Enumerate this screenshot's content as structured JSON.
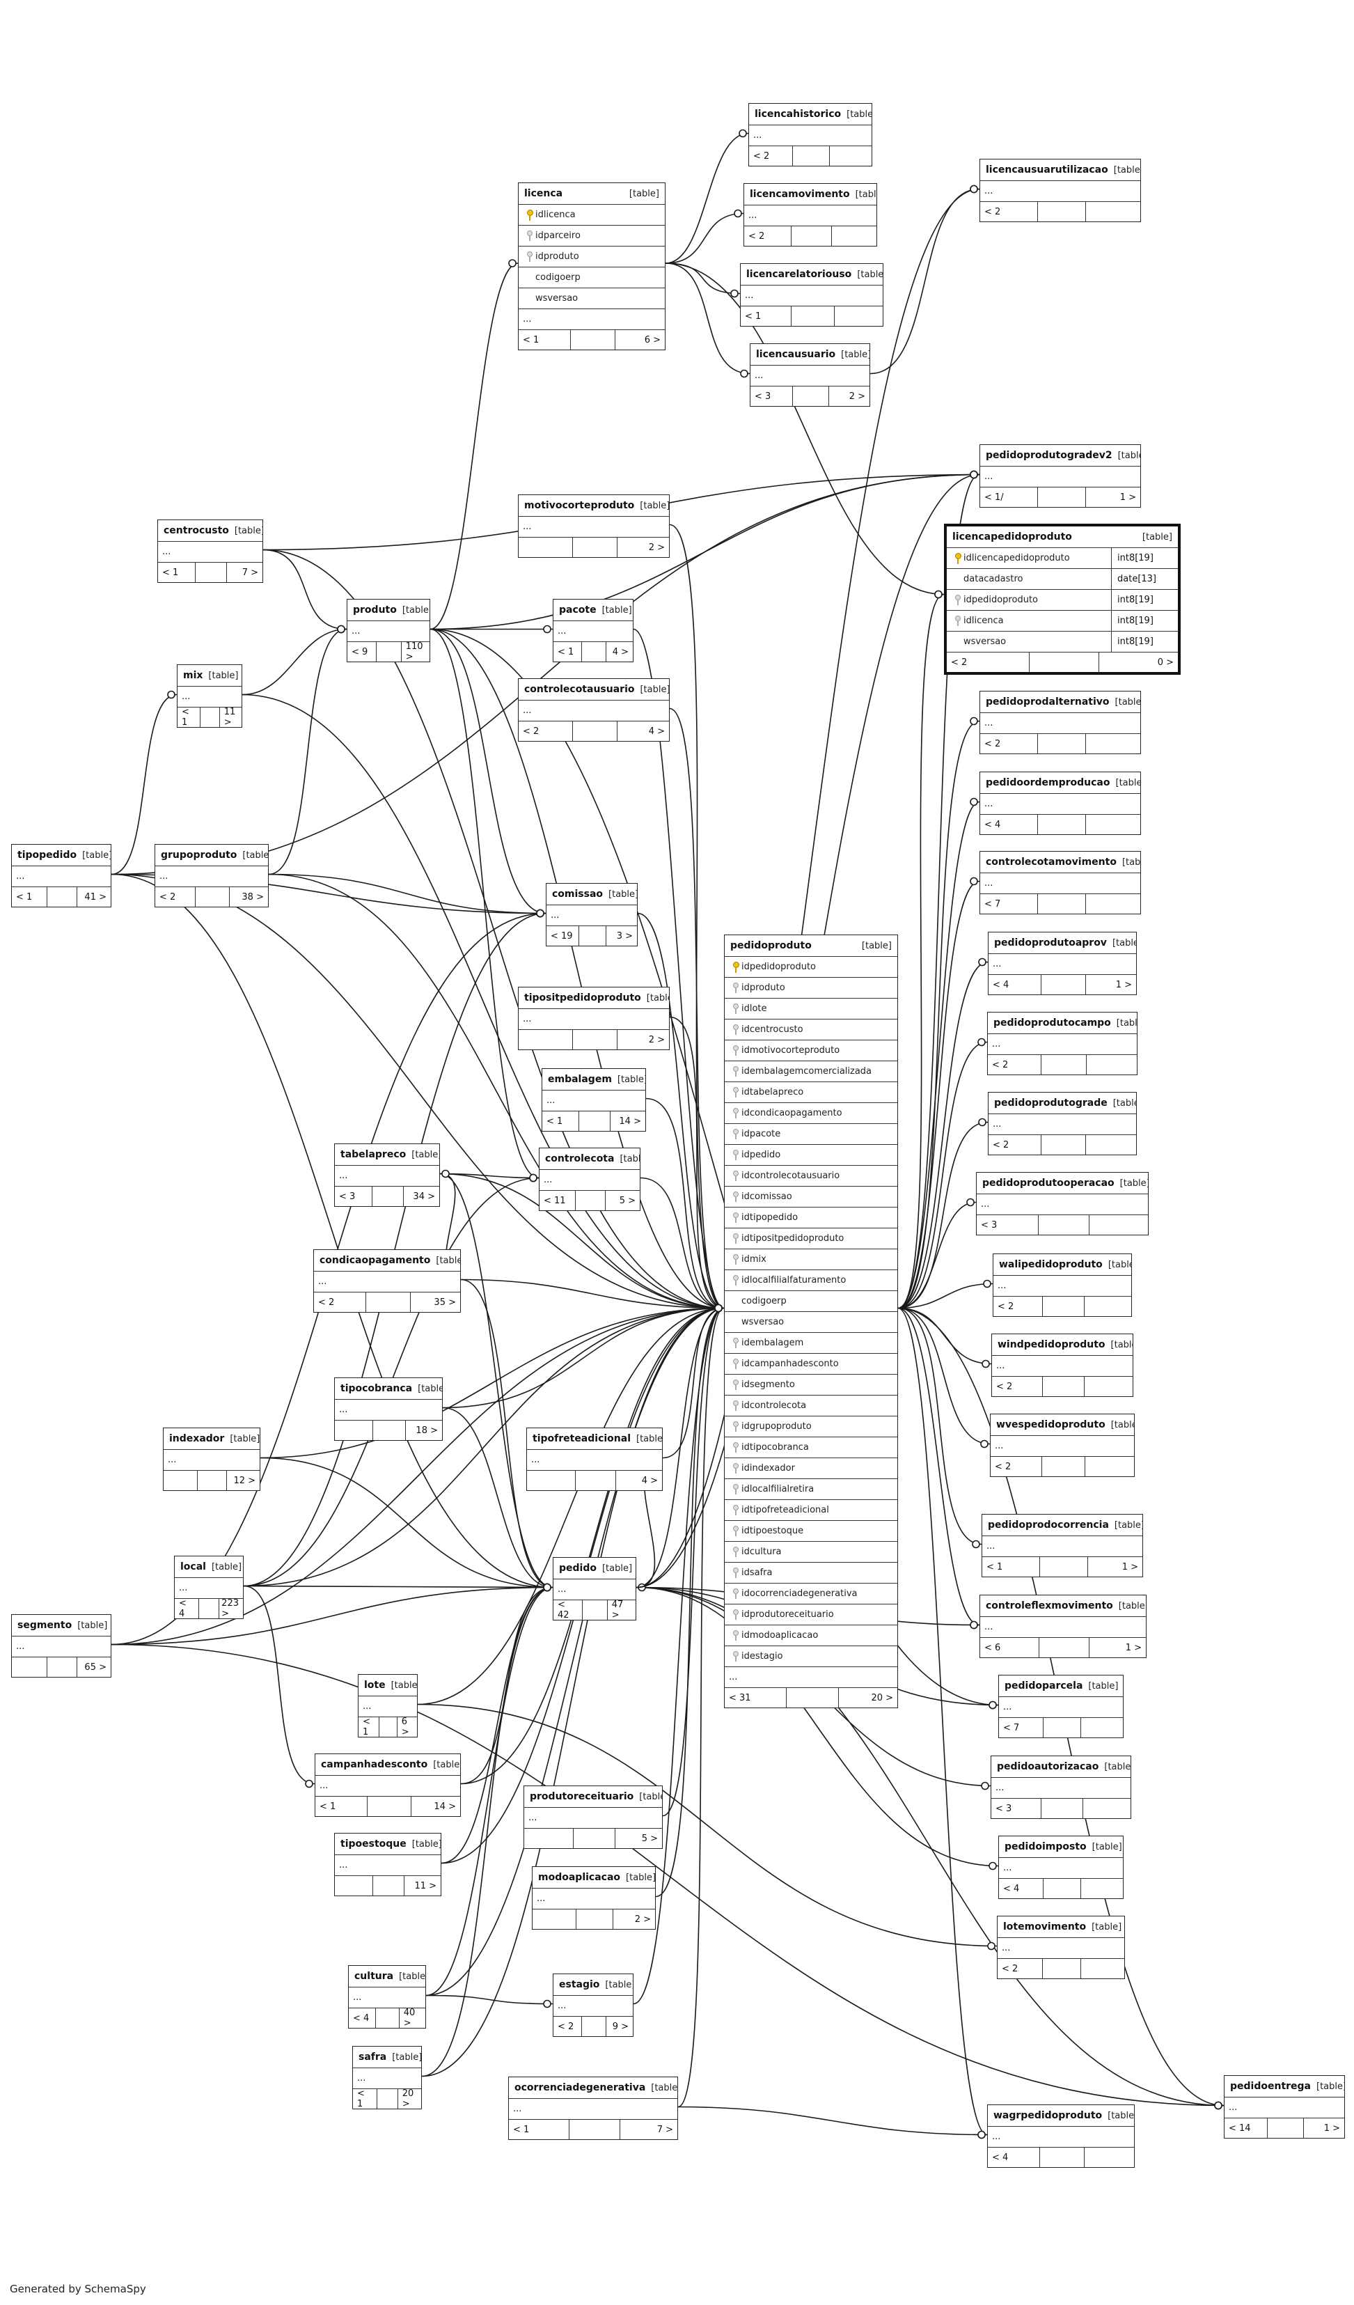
{
  "footer": "Generated by SchemaSpy",
  "tag_label": "[table]",
  "focus_table": "licencapedidoproduto",
  "tables": [
    {
      "name": "licencahistorico",
      "rows": [],
      "more": "...",
      "foot": [
        "< 2",
        "",
        ""
      ]
    },
    {
      "name": "licencamovimento",
      "rows": [],
      "more": "...",
      "foot": [
        "< 2",
        "",
        ""
      ]
    },
    {
      "name": "licencarelatoriouso",
      "rows": [],
      "more": "...",
      "foot": [
        "< 1",
        "",
        ""
      ]
    },
    {
      "name": "licencausuario",
      "rows": [],
      "more": "...",
      "foot": [
        "< 3",
        "",
        "2 >"
      ]
    },
    {
      "name": "licenca",
      "rows": [
        {
          "key": "pk",
          "col": "idlicenca"
        },
        {
          "key": "fk",
          "col": "idparceiro"
        },
        {
          "key": "fk",
          "col": "idproduto"
        },
        {
          "key": "",
          "col": "codigoerp"
        },
        {
          "key": "",
          "col": "wsversao"
        }
      ],
      "more": "...",
      "foot": [
        "< 1",
        "",
        "6 >"
      ]
    },
    {
      "name": "licencausuarutilizacao",
      "rows": [],
      "more": "...",
      "foot": [
        "< 2",
        "",
        ""
      ]
    },
    {
      "name": "pedidoprodutogradev2",
      "rows": [],
      "more": "...",
      "foot": [
        "< 1/",
        "",
        "1 >"
      ]
    },
    {
      "name": "licencapedidoproduto",
      "rows": [
        {
          "key": "pk",
          "col": "idlicencapedidoproduto",
          "type": "int8[19]"
        },
        {
          "key": "",
          "col": "datacadastro",
          "type": "date[13]"
        },
        {
          "key": "fk",
          "col": "idpedidoproduto",
          "type": "int8[19]"
        },
        {
          "key": "fk",
          "col": "idlicenca",
          "type": "int8[19]"
        },
        {
          "key": "",
          "col": "wsversao",
          "type": "int8[19]"
        }
      ],
      "more": "",
      "foot": [
        "< 2",
        "",
        "0 >"
      ]
    },
    {
      "name": "pedidoprodalternativo",
      "rows": [],
      "more": "...",
      "foot": [
        "< 2",
        "",
        ""
      ]
    },
    {
      "name": "pedidoordemproducao",
      "rows": [],
      "more": "...",
      "foot": [
        "< 4",
        "",
        ""
      ]
    },
    {
      "name": "controlecotamovimento",
      "rows": [],
      "more": "...",
      "foot": [
        "< 7",
        "",
        ""
      ]
    },
    {
      "name": "pedidoprodutoaprov",
      "rows": [],
      "more": "...",
      "foot": [
        "< 4",
        "",
        "1 >"
      ]
    },
    {
      "name": "pedidoprodutocampo",
      "rows": [],
      "more": "...",
      "foot": [
        "< 2",
        "",
        ""
      ]
    },
    {
      "name": "pedidoprodutograde",
      "rows": [],
      "more": "...",
      "foot": [
        "< 2",
        "",
        ""
      ]
    },
    {
      "name": "pedidoprodutooperacao",
      "rows": [],
      "more": "...",
      "foot": [
        "< 3",
        "",
        ""
      ]
    },
    {
      "name": "walipedidoproduto",
      "rows": [],
      "more": "...",
      "foot": [
        "< 2",
        "",
        ""
      ]
    },
    {
      "name": "windpedidoproduto",
      "rows": [],
      "more": "...",
      "foot": [
        "< 2",
        "",
        ""
      ]
    },
    {
      "name": "wvespedidoproduto",
      "rows": [],
      "more": "...",
      "foot": [
        "< 2",
        "",
        ""
      ]
    },
    {
      "name": "pedidoprodocorrencia",
      "rows": [],
      "more": "...",
      "foot": [
        "< 1",
        "",
        "1 >"
      ]
    },
    {
      "name": "controleflexmovimento",
      "rows": [],
      "more": "...",
      "foot": [
        "< 6",
        "",
        "1 >"
      ]
    },
    {
      "name": "pedidoparcela",
      "rows": [],
      "more": "...",
      "foot": [
        "< 7",
        "",
        ""
      ]
    },
    {
      "name": "pedidoautorizacao",
      "rows": [],
      "more": "...",
      "foot": [
        "< 3",
        "",
        ""
      ]
    },
    {
      "name": "pedidoimposto",
      "rows": [],
      "more": "...",
      "foot": [
        "< 4",
        "",
        ""
      ]
    },
    {
      "name": "lotemovimento",
      "rows": [],
      "more": "...",
      "foot": [
        "< 2",
        "",
        ""
      ]
    },
    {
      "name": "wagrpedidoproduto",
      "rows": [],
      "more": "...",
      "foot": [
        "< 4",
        "",
        ""
      ]
    },
    {
      "name": "pedidoentrega",
      "rows": [],
      "more": "...",
      "foot": [
        "< 14",
        "",
        "1 >"
      ]
    },
    {
      "name": "centrocusto",
      "rows": [],
      "more": "...",
      "foot": [
        "< 1",
        "",
        "7 >"
      ]
    },
    {
      "name": "motivocorteproduto",
      "rows": [],
      "more": "...",
      "foot": [
        "",
        "",
        "2 >"
      ]
    },
    {
      "name": "produto",
      "rows": [],
      "more": "...",
      "foot": [
        "< 9",
        "",
        "110 >"
      ]
    },
    {
      "name": "pacote",
      "rows": [],
      "more": "...",
      "foot": [
        "< 1",
        "",
        "4 >"
      ]
    },
    {
      "name": "mix",
      "rows": [],
      "more": "...",
      "foot": [
        "< 1",
        "",
        "11 >"
      ]
    },
    {
      "name": "controlecotausuario",
      "rows": [],
      "more": "...",
      "foot": [
        "< 2",
        "",
        "4 >"
      ]
    },
    {
      "name": "tipopedido",
      "rows": [],
      "more": "...",
      "foot": [
        "< 1",
        "",
        "41 >"
      ]
    },
    {
      "name": "grupoproduto",
      "rows": [],
      "more": "...",
      "foot": [
        "< 2",
        "",
        "38 >"
      ]
    },
    {
      "name": "comissao",
      "rows": [],
      "more": "...",
      "foot": [
        "< 19",
        "",
        "3 >"
      ]
    },
    {
      "name": "tipositpedidoproduto",
      "rows": [],
      "more": "...",
      "foot": [
        "",
        "",
        "2 >"
      ]
    },
    {
      "name": "embalagem",
      "rows": [],
      "more": "...",
      "foot": [
        "< 1",
        "",
        "14 >"
      ]
    },
    {
      "name": "tabelapreco",
      "rows": [],
      "more": "...",
      "foot": [
        "< 3",
        "",
        "34 >"
      ]
    },
    {
      "name": "controlecota",
      "rows": [],
      "more": "...",
      "foot": [
        "< 11",
        "",
        "5 >"
      ]
    },
    {
      "name": "condicaopagamento",
      "rows": [],
      "more": "...",
      "foot": [
        "< 2",
        "",
        "35 >"
      ]
    },
    {
      "name": "tipocobranca",
      "rows": [],
      "more": "...",
      "foot": [
        "",
        "",
        "18 >"
      ]
    },
    {
      "name": "indexador",
      "rows": [],
      "more": "...",
      "foot": [
        "",
        "",
        "12 >"
      ]
    },
    {
      "name": "tipofreteadicional",
      "rows": [],
      "more": "...",
      "foot": [
        "",
        "",
        "4 >"
      ]
    },
    {
      "name": "local",
      "rows": [],
      "more": "...",
      "foot": [
        "< 4",
        "",
        "223 >"
      ]
    },
    {
      "name": "pedido",
      "rows": [],
      "more": "...",
      "foot": [
        "< 42",
        "",
        "47 >"
      ]
    },
    {
      "name": "segmento",
      "rows": [],
      "more": "...",
      "foot": [
        "",
        "",
        "65 >"
      ]
    },
    {
      "name": "lote",
      "rows": [],
      "more": "...",
      "foot": [
        "< 1",
        "",
        "6 >"
      ]
    },
    {
      "name": "campanhadesconto",
      "rows": [],
      "more": "...",
      "foot": [
        "< 1",
        "",
        "14 >"
      ]
    },
    {
      "name": "produtoreceituario",
      "rows": [],
      "more": "...",
      "foot": [
        "",
        "",
        "5 >"
      ]
    },
    {
      "name": "tipoestoque",
      "rows": [],
      "more": "...",
      "foot": [
        "",
        "",
        "11 >"
      ]
    },
    {
      "name": "modoaplicacao",
      "rows": [],
      "more": "...",
      "foot": [
        "",
        "",
        "2 >"
      ]
    },
    {
      "name": "cultura",
      "rows": [],
      "more": "...",
      "foot": [
        "< 4",
        "",
        "40 >"
      ]
    },
    {
      "name": "estagio",
      "rows": [],
      "more": "...",
      "foot": [
        "< 2",
        "",
        "9 >"
      ]
    },
    {
      "name": "safra",
      "rows": [],
      "more": "...",
      "foot": [
        "< 1",
        "",
        "20 >"
      ]
    },
    {
      "name": "ocorrenciadegenerativa",
      "rows": [],
      "more": "...",
      "foot": [
        "< 1",
        "",
        "7 >"
      ]
    },
    {
      "name": "pedidoproduto",
      "rows": [
        {
          "key": "pk",
          "col": "idpedidoproduto"
        },
        {
          "key": "fk",
          "col": "idproduto"
        },
        {
          "key": "fk",
          "col": "idlote"
        },
        {
          "key": "fk",
          "col": "idcentrocusto"
        },
        {
          "key": "fk",
          "col": "idmotivocorteproduto"
        },
        {
          "key": "fk",
          "col": "idembalagemcomercializada"
        },
        {
          "key": "fk",
          "col": "idtabelapreco"
        },
        {
          "key": "fk",
          "col": "idcondicaopagamento"
        },
        {
          "key": "fk",
          "col": "idpacote"
        },
        {
          "key": "fk",
          "col": "idpedido"
        },
        {
          "key": "fk",
          "col": "idcontrolecotausuario"
        },
        {
          "key": "fk",
          "col": "idcomissao"
        },
        {
          "key": "fk",
          "col": "idtipopedido"
        },
        {
          "key": "fk",
          "col": "idtipositpedidoproduto"
        },
        {
          "key": "fk",
          "col": "idmix"
        },
        {
          "key": "fk",
          "col": "idlocalfilialfaturamento"
        },
        {
          "key": "",
          "col": "codigoerp"
        },
        {
          "key": "",
          "col": "wsversao"
        },
        {
          "key": "fk",
          "col": "idembalagem"
        },
        {
          "key": "fk",
          "col": "idcampanhadesconto"
        },
        {
          "key": "fk",
          "col": "idsegmento"
        },
        {
          "key": "fk",
          "col": "idcontrolecota"
        },
        {
          "key": "fk",
          "col": "idgrupoproduto"
        },
        {
          "key": "fk",
          "col": "idtipocobranca"
        },
        {
          "key": "fk",
          "col": "idindexador"
        },
        {
          "key": "fk",
          "col": "idlocalfilialretira"
        },
        {
          "key": "fk",
          "col": "idtipofreteadicional"
        },
        {
          "key": "fk",
          "col": "idtipoestoque"
        },
        {
          "key": "fk",
          "col": "idcultura"
        },
        {
          "key": "fk",
          "col": "idsafra"
        },
        {
          "key": "fk",
          "col": "idocorrenciadegenerativa"
        },
        {
          "key": "fk",
          "col": "idprodutoreceituario"
        },
        {
          "key": "fk",
          "col": "idmodoaplicacao"
        },
        {
          "key": "fk",
          "col": "idestagio"
        }
      ],
      "more": "...",
      "foot": [
        "< 31",
        "",
        "20 >"
      ]
    }
  ]
}
